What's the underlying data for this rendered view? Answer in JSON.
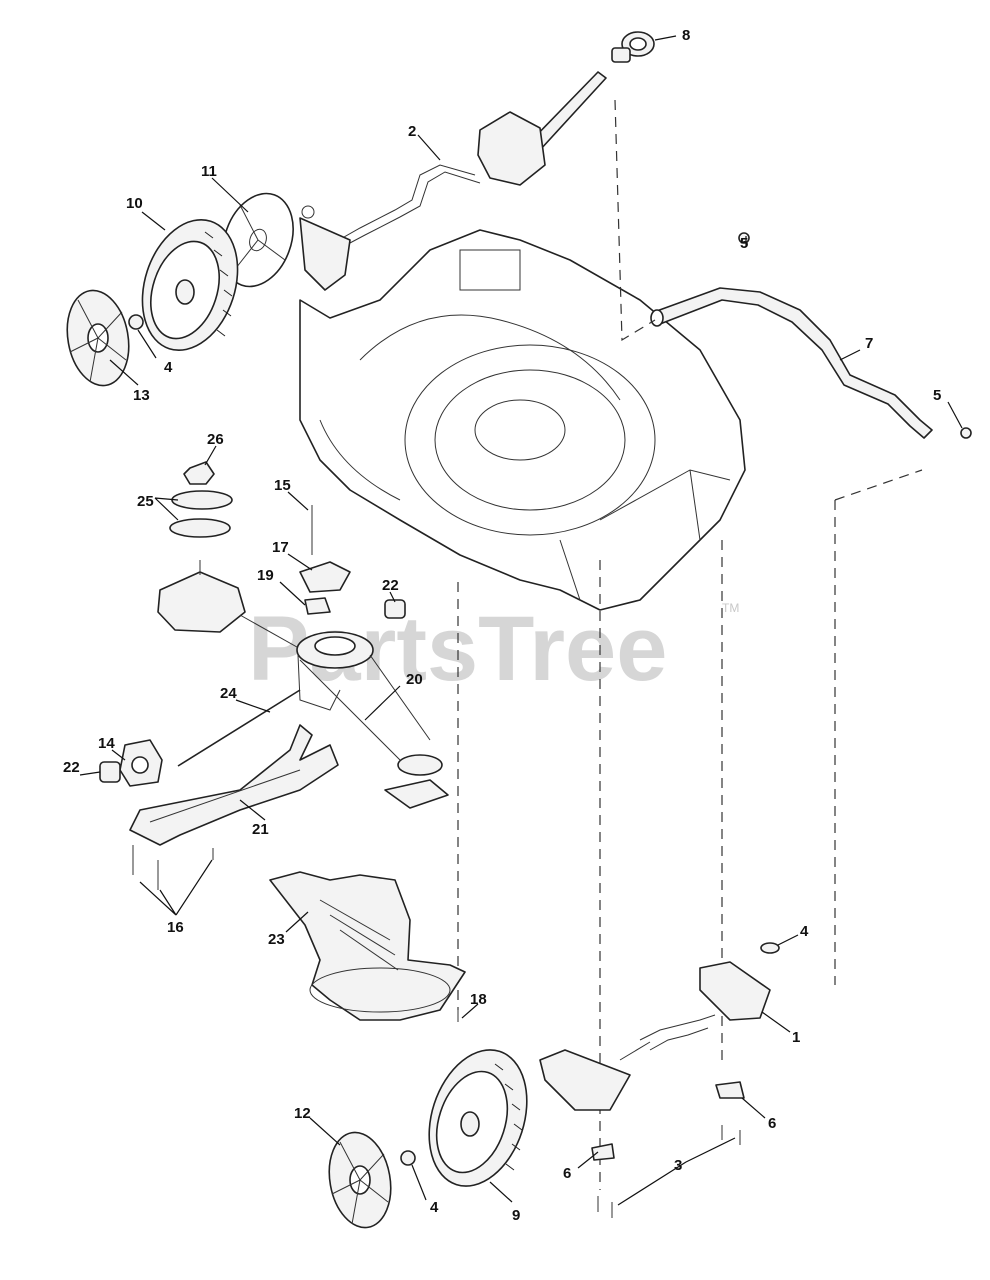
{
  "watermark": {
    "text": "PartsTree",
    "mark": "TM"
  },
  "callouts": [
    "8",
    "2",
    "11",
    "10",
    "5",
    "7",
    "5",
    "4",
    "13",
    "26",
    "25",
    "15",
    "17",
    "19",
    "22",
    "24",
    "20",
    "14",
    "22",
    "21",
    "16",
    "23",
    "4",
    "18",
    "1",
    "6",
    "12",
    "4",
    "9",
    "6",
    "3"
  ],
  "parts": [
    {
      "icon": "dipstick-cap-icon"
    },
    {
      "icon": "height-adjust-lever-icon"
    },
    {
      "icon": "wheel-hubcap-plate-icon"
    },
    {
      "icon": "rear-wheel-icon"
    },
    {
      "icon": "front-wheel-icon"
    },
    {
      "icon": "hubcap-icon"
    },
    {
      "icon": "drive-belt-icon"
    },
    {
      "icon": "transmission-icon"
    },
    {
      "icon": "spring-bracket-icon"
    },
    {
      "icon": "mower-deck-icon"
    },
    {
      "icon": "mulch-plug-icon"
    }
  ]
}
